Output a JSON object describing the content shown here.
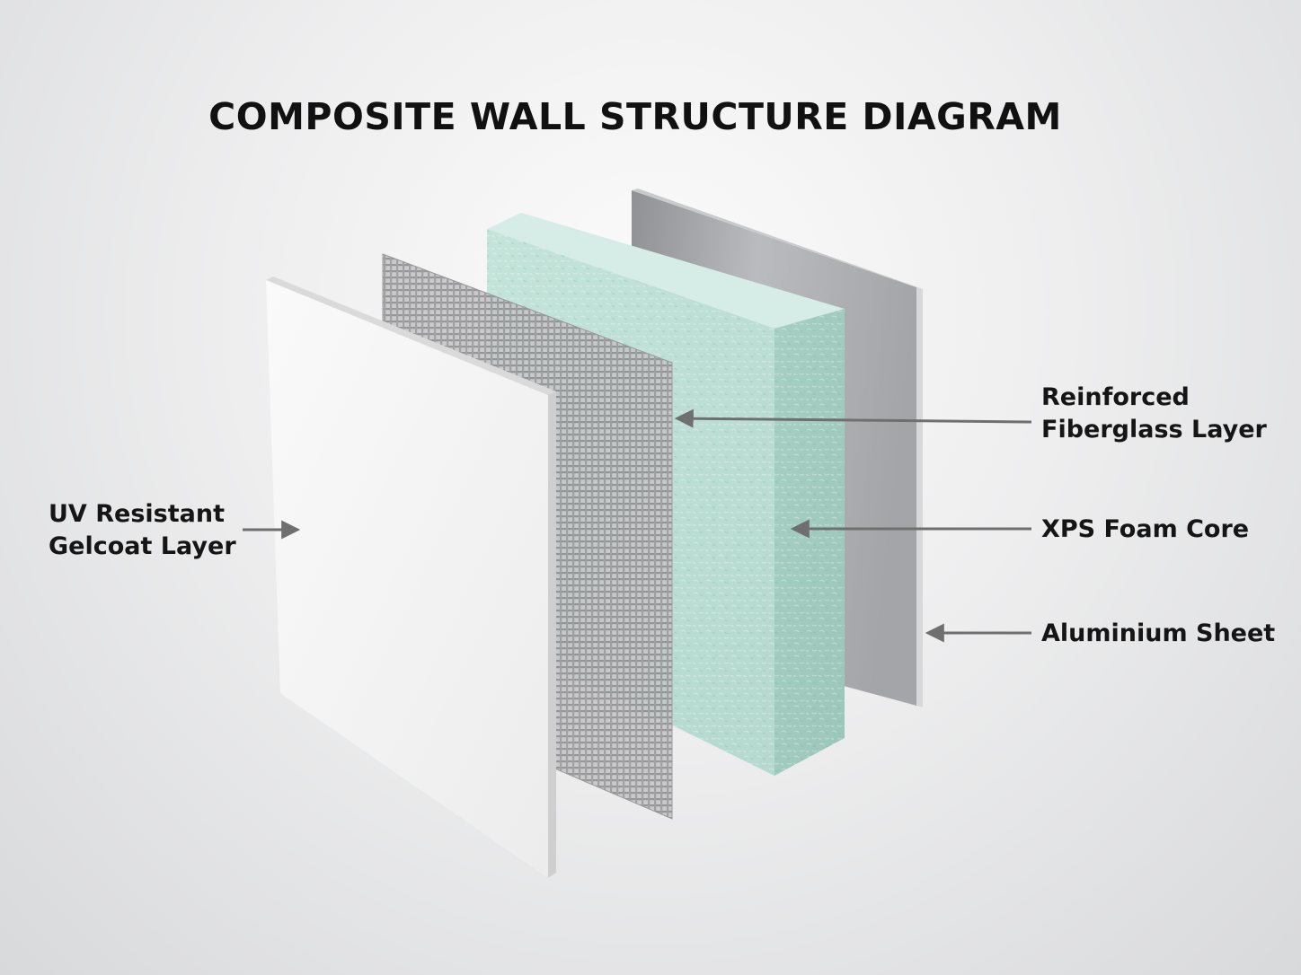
{
  "title": "COMPOSITE WALL STRUCTURE DIAGRAM",
  "layers": {
    "gelcoat": {
      "line1": "UV Resistant",
      "line2": "Gelcoat Layer",
      "color": "#f4f4f4"
    },
    "fiberglass": {
      "line1": "Reinforced",
      "line2": "Fiberglass Layer",
      "color": "#a9a9ab"
    },
    "foam": {
      "label": "XPS Foam Core",
      "color": "#b8ddd2"
    },
    "aluminium": {
      "label": "Aluminium Sheet",
      "color": "#9d9fa2"
    }
  },
  "colors": {
    "arrow": "#6f6f6f",
    "text": "#151515"
  }
}
